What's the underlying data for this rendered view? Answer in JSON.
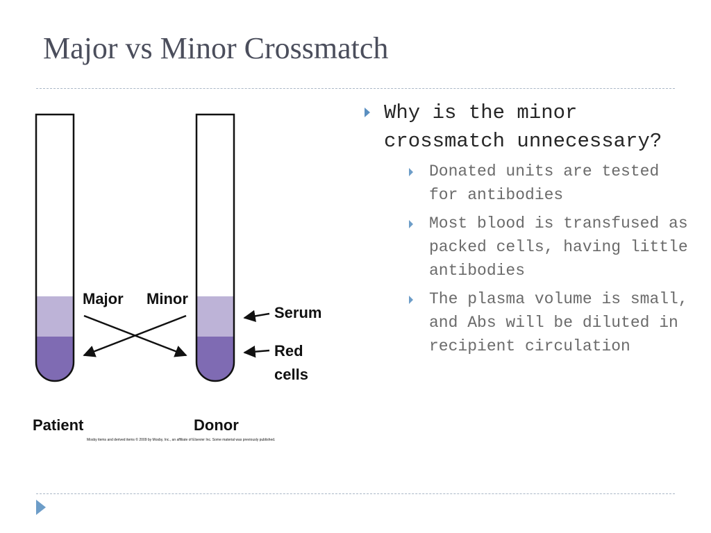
{
  "slide": {
    "title": "Major vs Minor Crossmatch"
  },
  "diagram": {
    "labels": {
      "major": "Major",
      "minor": "Minor",
      "serum": "Serum",
      "red_cells_line1": "Red",
      "red_cells_line2": "cells",
      "patient": "Patient",
      "donor": "Donor"
    },
    "credit": "Mosby items and derived items © 2009 by Mosby, Inc., an affiliate of Elsevier Inc.  Some material was previously published.",
    "colors": {
      "serum": "#bdb3d7",
      "red_cells": "#7f6bb3",
      "outline": "#111111"
    }
  },
  "bullets": {
    "question": "Why is the minor crossmatch unnecessary?",
    "answers": [
      "Donated units are tested for antibodies",
      "Most blood is transfused as packed cells, having little antibodies",
      "The plasma volume is small, and Abs will be diluted in recipient circulation"
    ]
  }
}
